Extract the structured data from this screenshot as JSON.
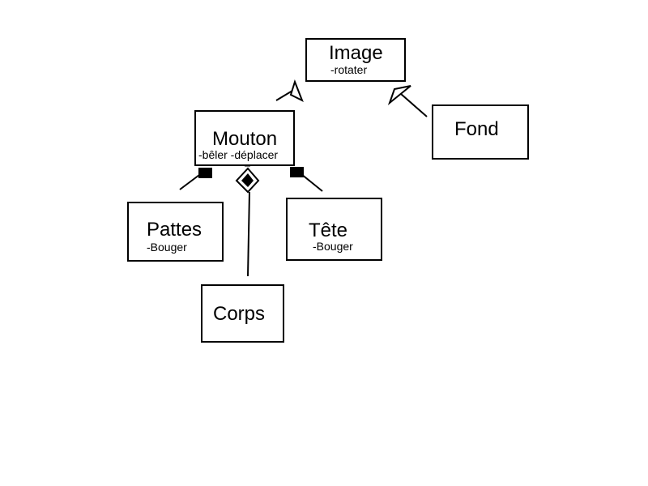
{
  "diagram": {
    "classes": {
      "image": {
        "name": "Image",
        "methods": "-rotater"
      },
      "fond": {
        "name": "Fond"
      },
      "mouton": {
        "name": "Mouton",
        "methods": "-bêler -déplacer"
      },
      "pattes": {
        "name": "Pattes",
        "methods": "-Bouger"
      },
      "tete": {
        "name": "Tête",
        "methods": "-Bouger"
      },
      "corps": {
        "name": "Corps"
      }
    },
    "relations": [
      {
        "from": "Mouton",
        "to": "Image",
        "type": "inheritance"
      },
      {
        "from": "Fond",
        "to": "Image",
        "type": "inheritance"
      },
      {
        "from": "Mouton",
        "to": "Pattes",
        "type": "composition"
      },
      {
        "from": "Mouton",
        "to": "Corps",
        "type": "aggregation"
      },
      {
        "from": "Mouton",
        "to": "Tête",
        "type": "composition"
      }
    ]
  }
}
